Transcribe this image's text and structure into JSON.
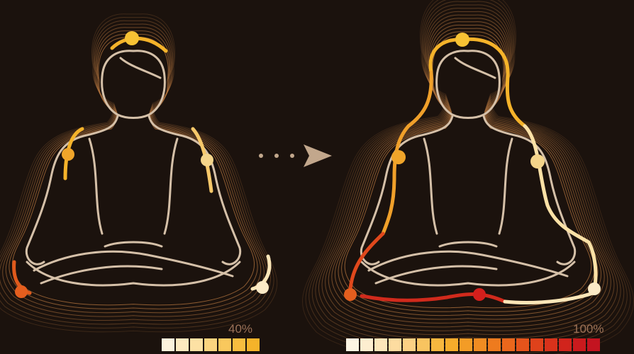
{
  "left_figure": {
    "level_label": "40%",
    "level": 0.4,
    "scale_colors": [
      "#fdf3dc",
      "#fde9bf",
      "#fde1a4",
      "#fbd47f",
      "#f9c85d",
      "#f7bd3f",
      "#f5b32a"
    ]
  },
  "right_figure": {
    "level_label": "100%",
    "level": 1.0,
    "scale_colors": [
      "#fdf5e3",
      "#fdeed0",
      "#fde6ba",
      "#fddca0",
      "#fbd084",
      "#f8c460",
      "#f6b73f",
      "#f5ac2b",
      "#f39c26",
      "#f08c22",
      "#ee7b1e",
      "#ea671c",
      "#e5541b",
      "#df421b",
      "#d8321b",
      "#d1241c",
      "#ca1a1d",
      "#c31420"
    ]
  },
  "colors": {
    "background": "#1b120d",
    "figure_line": "#d5c0a8",
    "arrow": "#c2a78c",
    "aura": "#b5763f"
  }
}
